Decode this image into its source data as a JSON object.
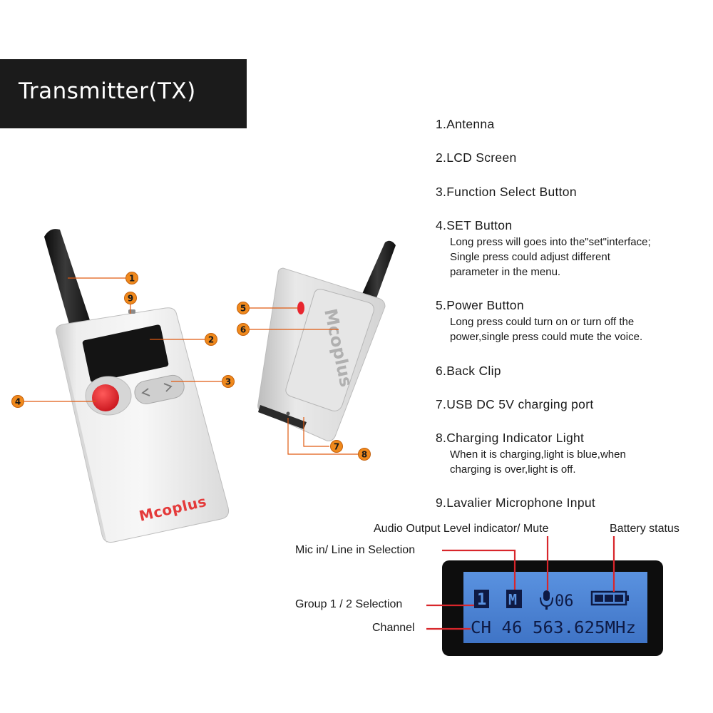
{
  "title": "Transmitter(TX)",
  "brand": "Mcoplus",
  "features": [
    {
      "n": "1",
      "label": "1.Antenna",
      "desc": []
    },
    {
      "n": "2",
      "label": "2.LCD Screen",
      "desc": []
    },
    {
      "n": "3",
      "label": "3.Function Select Button",
      "desc": []
    },
    {
      "n": "4",
      "label": "4.SET Button",
      "desc": [
        "Long press will goes into the\"set\"interface;",
        "Single press could adjust different",
        "parameter in the menu."
      ]
    },
    {
      "n": "5",
      "label": "5.Power Button",
      "desc": [
        "Long press could turn on or turn off the",
        "power,single press could mute the voice."
      ]
    },
    {
      "n": "6",
      "label": "6.Back Clip",
      "desc": []
    },
    {
      "n": "7",
      "label": "7.USB DC 5V charging port",
      "desc": []
    },
    {
      "n": "8",
      "label": "8.Charging Indicator Light",
      "desc": [
        "When it is charging,light is blue,when",
        "charging is over,light is off."
      ]
    },
    {
      "n": "9",
      "label": "9.Lavalier Microphone Input",
      "desc": []
    }
  ],
  "callouts": [
    "1",
    "2",
    "3",
    "4",
    "5",
    "6",
    "7",
    "8",
    "9"
  ],
  "lcd_labels": {
    "audio": "Audio Output Level indicator/ Mute",
    "battery": "Battery status",
    "mic_line": "Mic in/ Line in Selection",
    "group": "Group 1 / 2 Selection",
    "channel": "Channel"
  },
  "lcd": {
    "group_value": "1",
    "mic_value": "M",
    "level_value": "06",
    "channel_line": "CH 46 563.625MHz"
  },
  "colors": {
    "callout_fill": "#f0891c",
    "leader_line": "#e05a10",
    "lcd_pointer": "#d8262b",
    "button_red": "#e8262f",
    "lcd_screen": "#4f86d6",
    "title_bar": "#1b1b1b"
  },
  "icons": [
    "microphone-icon",
    "battery-icon",
    "left-arrow-icon",
    "right-arrow-icon"
  ]
}
